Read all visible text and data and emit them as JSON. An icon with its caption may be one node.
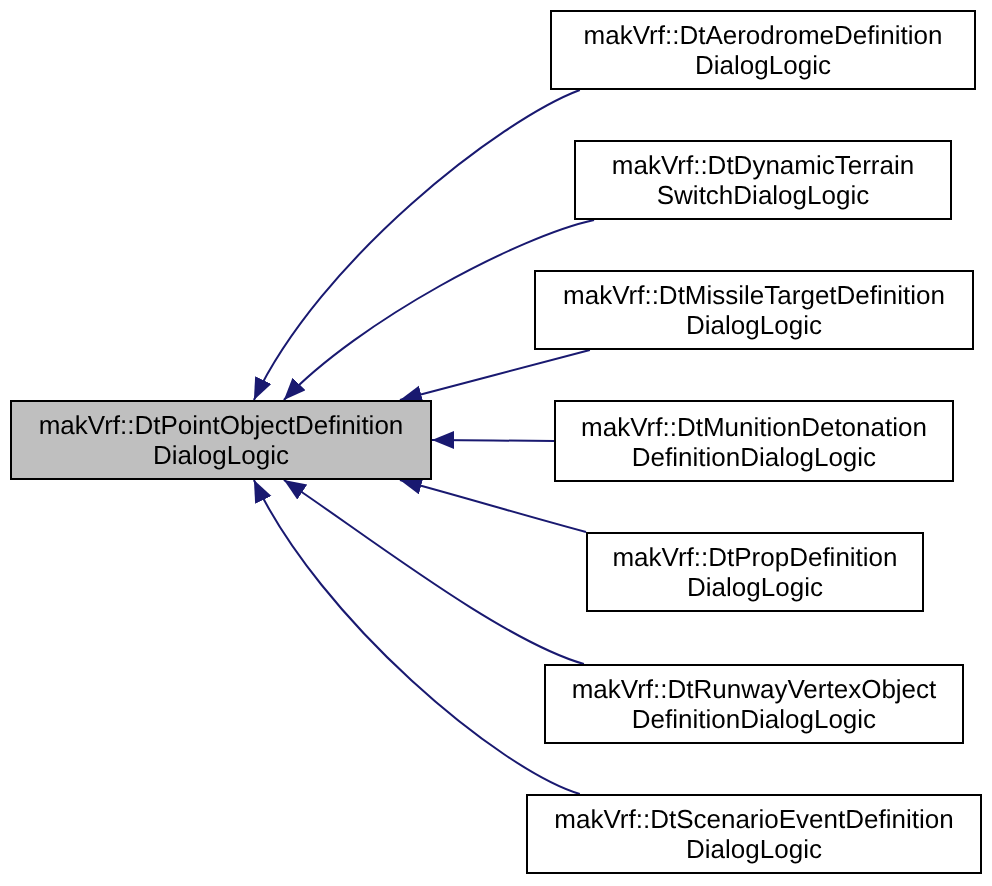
{
  "diagram": {
    "nodes": [
      {
        "text": [
          "makVrf::DtPointObjectDefinition DialogLogic"
        ]
      },
      {
        "text": [
          "makVrf::DtAerodromeDefinition DialogLogic"
        ]
      },
      {
        "text": [
          "makVrf::DtDynamicTerrain SwitchDialogLogic"
        ]
      },
      {
        "text": [
          "makVrf::DtMissileTargetDefinition DialogLogic"
        ]
      },
      {
        "text": [
          "makVrf::DtMunitionDetonation DefinitionDialogLogic"
        ]
      },
      {
        "text": [
          "makVrf::DtPropDefinition DialogLogic"
        ]
      },
      {
        "text": [
          "makVrf::DtRunwayVertexObject DefinitionDialogLogic"
        ]
      },
      {
        "text": [
          "makVrf::DtScenarioEventDefinition DialogLogic"
        ]
      }
    ],
    "edges": [
      {
        "from": 1,
        "to": 0,
        "arrow": "to"
      },
      {
        "from": 2,
        "to": 0,
        "arrow": "to"
      },
      {
        "from": 3,
        "to": 0,
        "arrow": "to"
      },
      {
        "from": 4,
        "to": 0,
        "arrow": "to"
      },
      {
        "from": 5,
        "to": 0,
        "arrow": "to"
      },
      {
        "from": 6,
        "to": 0,
        "arrow": "to"
      },
      {
        "from": 7,
        "to": 0,
        "arrow": "to"
      }
    ]
  }
}
